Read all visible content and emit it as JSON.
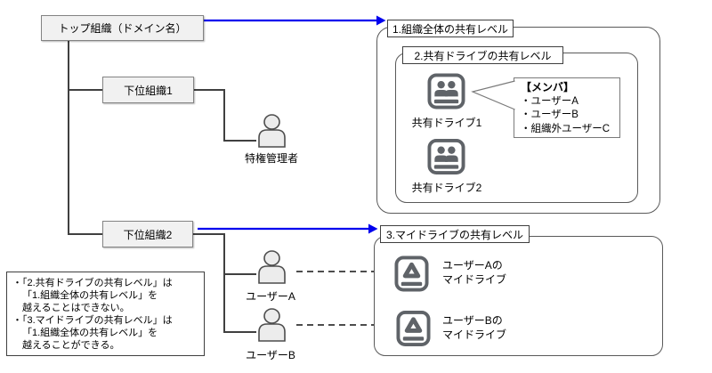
{
  "org": {
    "top_org": "トップ組織（ドメイン名）",
    "sub_org1": "下位組織1",
    "sub_org2": "下位組織2",
    "admin_label": "特権管理者",
    "user_a_label": "ユーザーA",
    "user_b_label": "ユーザーB"
  },
  "level1": {
    "title": "1.組織全体の共有レベル"
  },
  "level2": {
    "title": "2.共有ドライブの共有レベル",
    "drive1_label": "共有ドライブ1",
    "drive2_label": "共有ドライブ2",
    "members": {
      "heading": "【メンバ】",
      "items": [
        "・ユーザーA",
        "・ユーザーB",
        "・組織外ユーザーC"
      ]
    }
  },
  "level3": {
    "title": "3.マイドライブの共有レベル",
    "my_drive_a": {
      "line1": "ユーザーAの",
      "line2": "マイドライブ"
    },
    "my_drive_b": {
      "line1": "ユーザーBの",
      "line2": "マイドライブ"
    }
  },
  "note": {
    "lines": [
      "・「2.共有ドライブの共有レベル」は",
      "「1.組織全体の共有レベル」を",
      "越えることはできない。",
      "・「3.マイドライブの共有レベル」は",
      "「1.組織全体の共有レベル」を",
      "越えることができる。"
    ]
  },
  "icons": {
    "person": "person-icon",
    "shared_drive": "shared-drive-icon",
    "my_drive": "my-drive-icon",
    "blue_arrow": "arrow-right-icon"
  },
  "colors": {
    "arrow_blue": "#0000ee",
    "connector_dark": "#404040",
    "icon_gray": "#5f6368",
    "org_box_fill": "#f1f1f1",
    "org_box_border": "#838383",
    "container_border": "#595959",
    "background": "#ffffff"
  }
}
